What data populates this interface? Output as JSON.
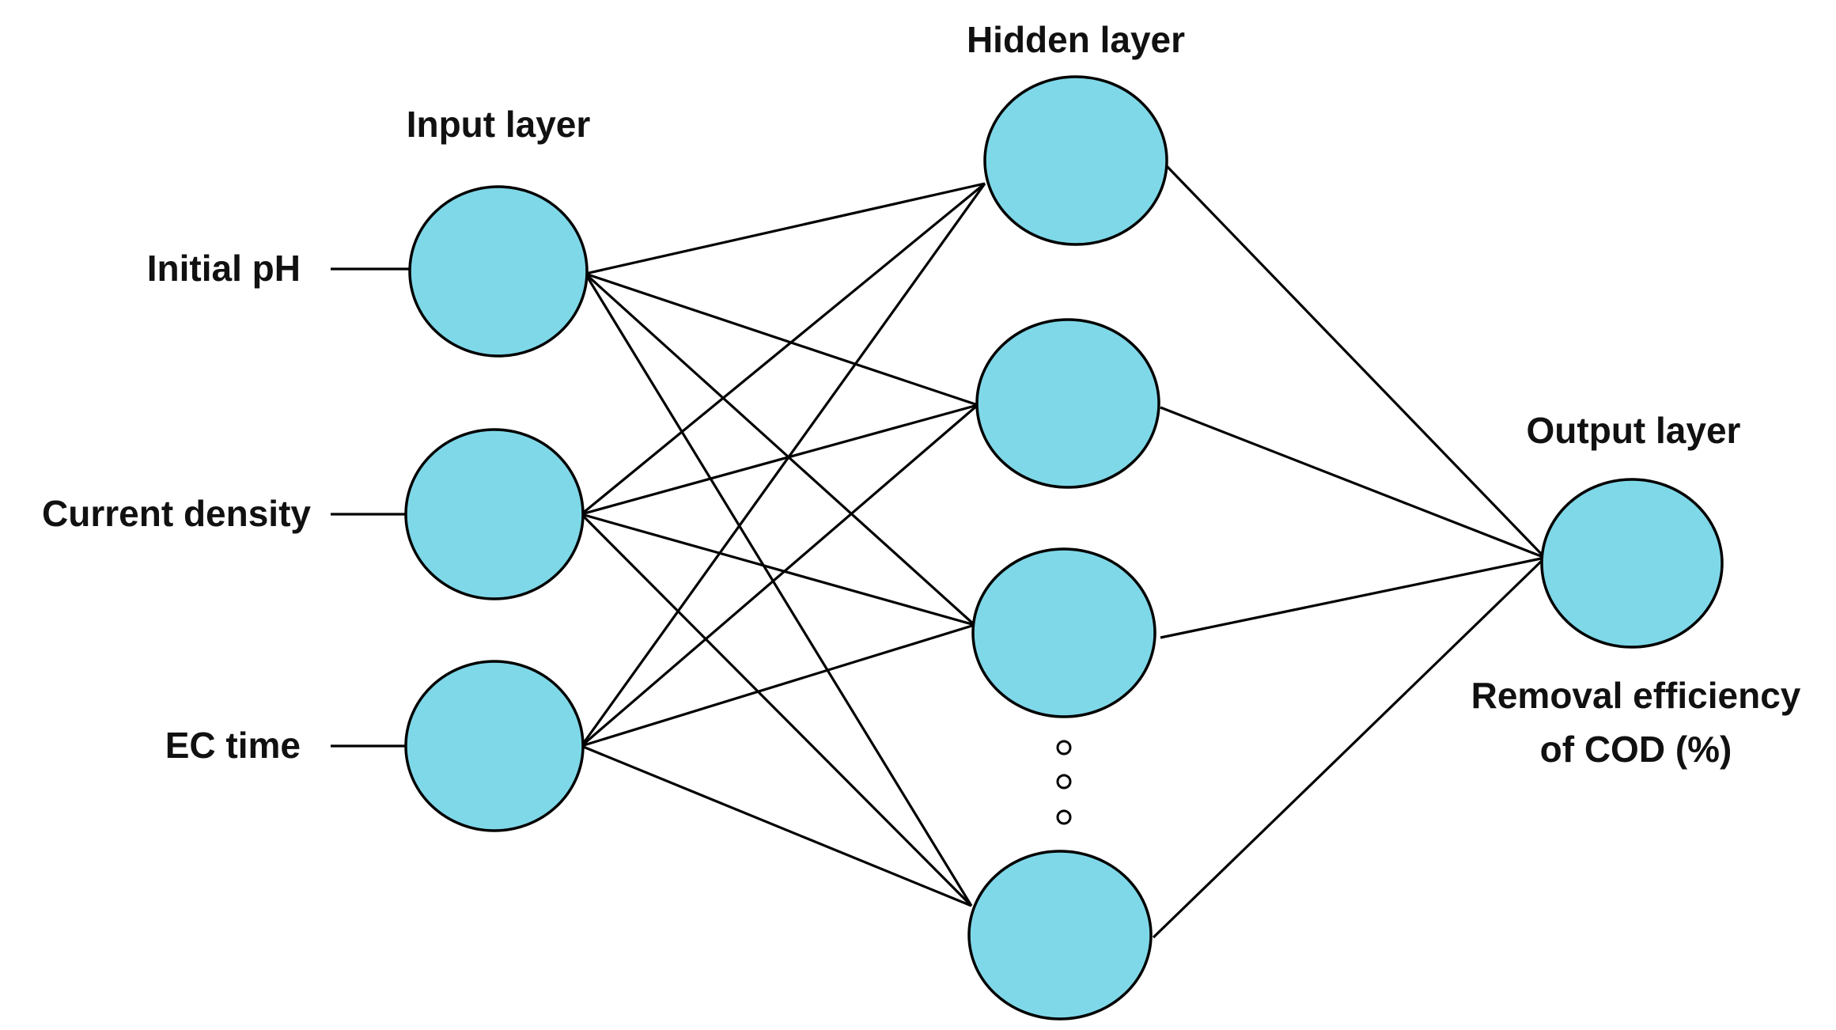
{
  "colors": {
    "node_fill": "#7fd8e8",
    "line": "#000000",
    "text": "#111111"
  },
  "layers": {
    "input": {
      "title": "Input layer",
      "inputs": [
        "Initial pH",
        "Current density",
        "EC time"
      ]
    },
    "hidden": {
      "title": "Hidden layer"
    },
    "output": {
      "title": "Output layer",
      "label_lines": [
        "Removal efficiency",
        "of COD (%)"
      ]
    }
  }
}
